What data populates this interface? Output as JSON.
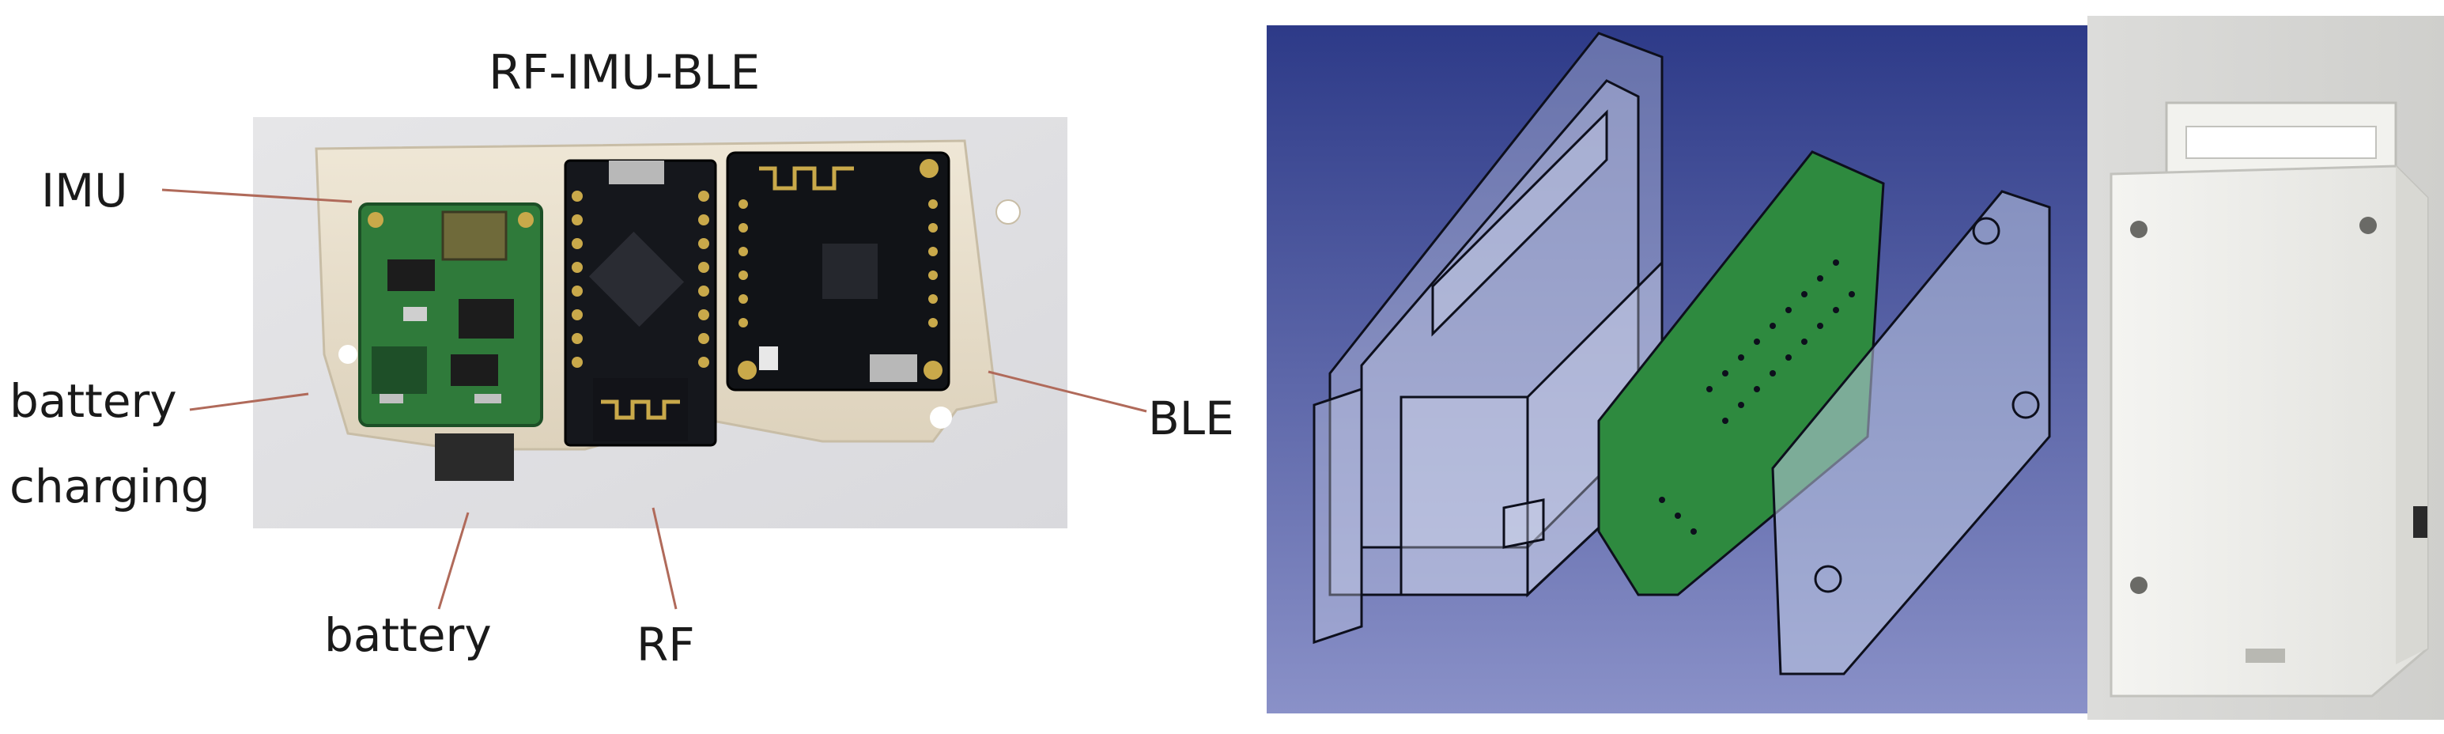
{
  "figure": {
    "title": "RF-IMU-BLE",
    "labels": {
      "imu": "IMU",
      "battery_charging_line1": "battery",
      "battery_charging_line2": "charging",
      "battery": "battery",
      "rf": "RF",
      "ble": "BLE"
    }
  },
  "colors": {
    "pcb_green": "#2f7a3a",
    "pcb_black": "#15171c",
    "cad_bg_top": "#2d3a88",
    "cad_bg_bottom": "#8a91c8",
    "case_white": "#eeeeea"
  }
}
